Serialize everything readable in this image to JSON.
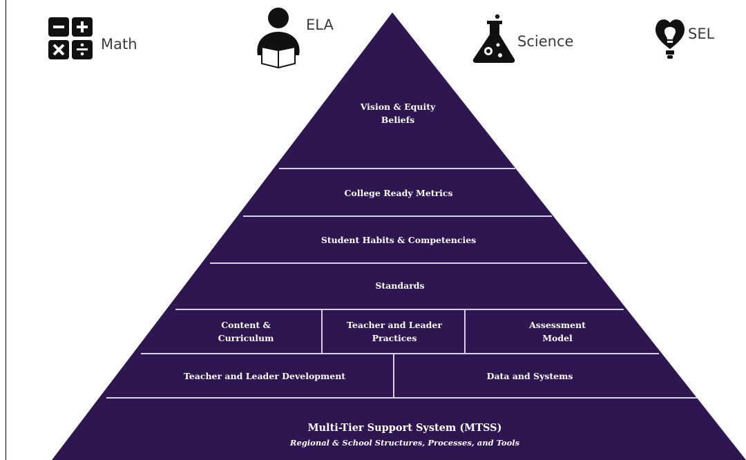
{
  "colors": {
    "pyramid_fill": "#2e1650",
    "divider": "#d9d2e6",
    "icon": "#111111"
  },
  "subjects": [
    {
      "label": "Math",
      "icon": "calculator-icon"
    },
    {
      "label": "ELA",
      "icon": "reader-icon"
    },
    {
      "label": "Science",
      "icon": "flask-icon"
    },
    {
      "label": "SEL",
      "icon": "heart-lightbulb-icon"
    }
  ],
  "pyramid": {
    "apex": {
      "line1": "Vision & Equity",
      "line2": "Beliefs"
    },
    "college": "College Ready Metrics",
    "habits": "Student Habits & Competencies",
    "standards": "Standards",
    "content": {
      "line1": "Content &",
      "line2": "Curriculum"
    },
    "practices": {
      "line1": "Teacher and Leader",
      "line2": "Practices"
    },
    "assessment": {
      "line1": "Assessment",
      "line2": "Model"
    },
    "development": "Teacher and Leader Development",
    "data_systems": "Data and Systems",
    "base": {
      "title": "Multi-Tier Support System (MTSS)",
      "subtitle": "Regional & School Structures, Processes, and Tools"
    }
  }
}
